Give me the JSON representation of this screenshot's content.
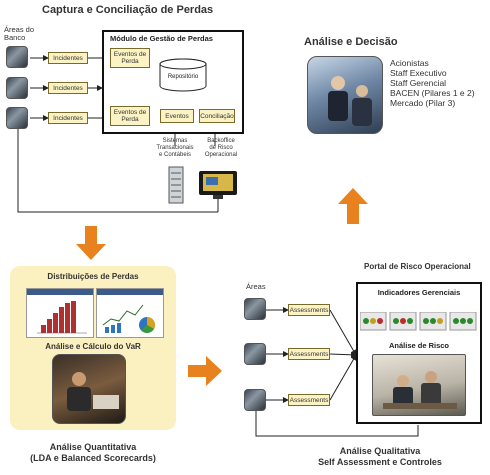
{
  "top_left": {
    "title": "Captura e Conciliação de Perdas",
    "areas_label_1": "Áreas do",
    "areas_label_2": "Banco",
    "incidents": [
      "Incidentes",
      "Incidentes",
      "Incidentes"
    ],
    "module_title": "Módulo de Gestão de Perdas",
    "eventos_perda_top_1": "Eventos de",
    "eventos_perda_top_2": "Perda",
    "eventos_perda_bottom_1": "Eventos de",
    "eventos_perda_bottom_2": "Perda",
    "repositorio": "Repositório",
    "eventos": "Eventos",
    "conciliacao": "Conciliação",
    "sistemas_1": "Sistemas",
    "sistemas_2": "Transacionais",
    "sistemas_3": "e Contábeis",
    "backoffice_1": "Backoffice",
    "backoffice_2": "de Risco",
    "backoffice_3": "Operacional"
  },
  "top_right": {
    "title": "Análise e Decisão",
    "stakeholders": [
      "Acionistas",
      "Staff Executivo",
      "Staff Gerencial",
      "BACEN (Pilares 1 e 2)",
      "Mercado (Pilar 3)"
    ]
  },
  "bottom_left": {
    "distrib_title": "Distribuições de Perdas",
    "var_title": "Análise e Cálculo do VaR",
    "caption_1": "Análise Quantitativa",
    "caption_2": "(LDA e Balanced Scorecards)"
  },
  "bottom_right": {
    "portal_title": "Portal de Risco Operacional",
    "areas_label": "Áreas",
    "assessments": [
      "Assessments",
      "Assessments",
      "Assessments"
    ],
    "indicadores": "Indicadores Gerenciais",
    "analise_risco": "Análise de Risco",
    "caption_1": "Análise Qualitativa",
    "caption_2": "Self Assessment e Controles"
  },
  "colors": {
    "arrow": "#e8821e",
    "box_fill": "#fbf3c4",
    "panel": "#fbf0c0"
  }
}
